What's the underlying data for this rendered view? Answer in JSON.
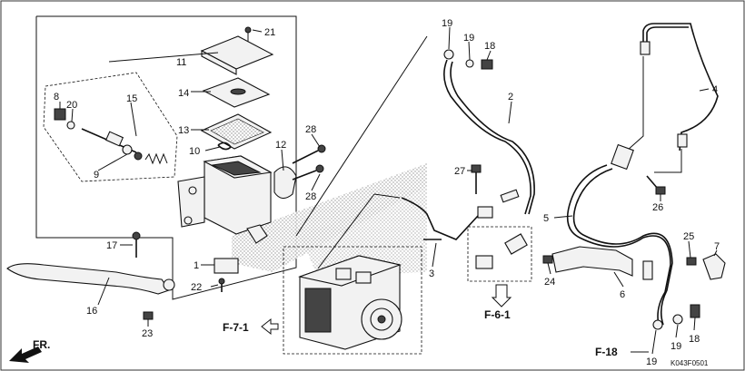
{
  "callouts": {
    "c1": "1",
    "c2": "2",
    "c3": "3",
    "c4": "4",
    "c5": "5",
    "c6": "6",
    "c7": "7",
    "c8": "8",
    "c9": "9",
    "c10": "10",
    "c11": "11",
    "c12": "12",
    "c13": "13",
    "c14": "14",
    "c15": "15",
    "c16": "16",
    "c17": "17",
    "c18a": "18",
    "c18b": "18",
    "c19a": "19",
    "c19b": "19",
    "c19c": "19",
    "c19d": "19",
    "c20": "20",
    "c21": "21",
    "c22": "22",
    "c23": "23",
    "c24": "24",
    "c25": "25",
    "c26": "26",
    "c27": "27",
    "c28a": "28",
    "c28b": "28"
  },
  "refs": {
    "f71": "F-7-1",
    "f61": "F-6-1",
    "f18": "F-18",
    "fr": "FR."
  },
  "diagram_code": "K043F0501",
  "colors": {
    "line": "#111111",
    "shade": "#999999",
    "background": "#ffffff"
  }
}
